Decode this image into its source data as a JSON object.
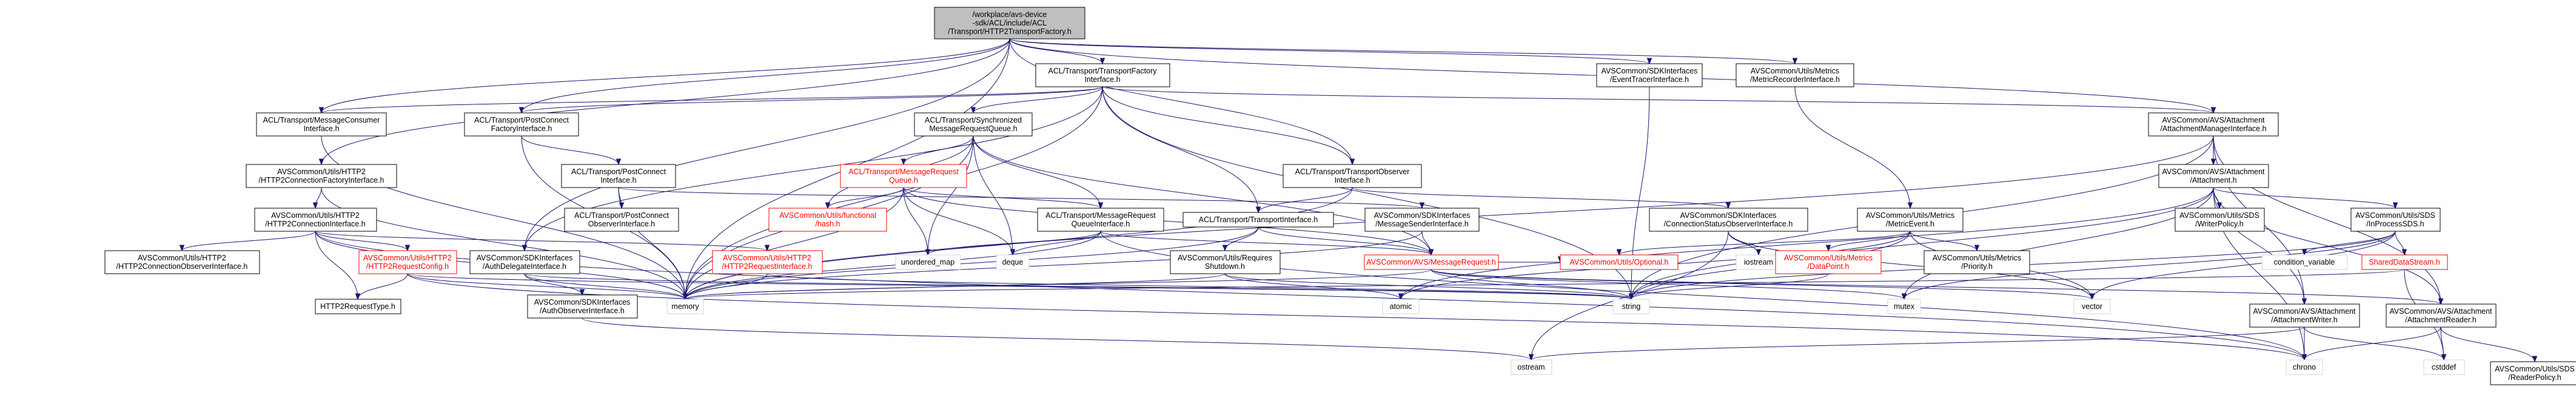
{
  "colors": {
    "edge": "#191970",
    "root_fill": "#bfbfbf",
    "red_node": "#ff0000",
    "plain_border": "#d3d3d3"
  },
  "nodes": [
    {
      "id": "root",
      "lines": [
        "/workplace/avs-device",
        "-sdk/ACL/include/ACL",
        "/Transport/HTTP2TransportFactory.h"
      ],
      "kind": "root"
    },
    {
      "id": "ttf",
      "lines": [
        "ACL/Transport/TransportFactory",
        "Interface.h"
      ],
      "kind": "norm"
    },
    {
      "id": "etrace",
      "lines": [
        "AVSCommon/SDKInterfaces",
        "/EventTracerInterface.h"
      ],
      "kind": "norm"
    },
    {
      "id": "mrec",
      "lines": [
        "AVSCommon/Utils/Metrics",
        "/MetricRecorderInterface.h"
      ],
      "kind": "norm"
    },
    {
      "id": "mci",
      "lines": [
        "ACL/Transport/MessageConsumer",
        "Interface.h"
      ],
      "kind": "norm"
    },
    {
      "id": "pcfi",
      "lines": [
        "ACL/Transport/PostConnect",
        "FactoryInterface.h"
      ],
      "kind": "norm"
    },
    {
      "id": "smrq",
      "lines": [
        "ACL/Transport/Synchronized",
        "MessageRequestQueue.h"
      ],
      "kind": "norm"
    },
    {
      "id": "ttoi",
      "lines": [
        "ACL/Transport/TransportObserver",
        "Interface.h"
      ],
      "kind": "norm"
    },
    {
      "id": "ami",
      "lines": [
        "AVSCommon/AVS/Attachment",
        "/AttachmentManagerInterface.h"
      ],
      "kind": "norm"
    },
    {
      "id": "h2cfi",
      "lines": [
        "AVSCommon/Utils/HTTP2",
        "/HTTP2ConnectionFactoryInterface.h"
      ],
      "kind": "norm"
    },
    {
      "id": "pci",
      "lines": [
        "ACL/Transport/PostConnect",
        "Interface.h"
      ],
      "kind": "norm"
    },
    {
      "id": "mrqq",
      "lines": [
        "ACL/Transport/MessageRequest",
        "Queue.h"
      ],
      "kind": "red"
    },
    {
      "id": "att",
      "lines": [
        "AVSCommon/AVS/Attachment",
        "/Attachment.h"
      ],
      "kind": "norm"
    },
    {
      "id": "mev",
      "lines": [
        "AVSCommon/Utils/Metrics",
        "/MetricEvent.h"
      ],
      "kind": "norm"
    },
    {
      "id": "h2ci",
      "lines": [
        "AVSCommon/Utils/HTTP2",
        "/HTTP2ConnectionInterface.h"
      ],
      "kind": "norm"
    },
    {
      "id": "pcoi",
      "lines": [
        "ACL/Transport/PostConnect",
        "ObserverInterface.h"
      ],
      "kind": "norm"
    },
    {
      "id": "func",
      "lines": [
        "AVSCommon/Utils/functional",
        "/hash.h"
      ],
      "kind": "red"
    },
    {
      "id": "mrqi",
      "lines": [
        "ACL/Transport/MessageRequest",
        "QueueInterface.h"
      ],
      "kind": "norm"
    },
    {
      "id": "ttr",
      "lines": [
        "ACL/Transport/TransportInterface.h"
      ],
      "kind": "norm"
    },
    {
      "id": "msi",
      "lines": [
        "AVSCommon/SDKInterfaces",
        "/MessageSenderInterface.h"
      ],
      "kind": "norm"
    },
    {
      "id": "csoi",
      "lines": [
        "AVSCommon/SDKInterfaces",
        "/ConnectionStatusObserverInterface.h"
      ],
      "kind": "norm"
    },
    {
      "id": "wp",
      "lines": [
        "AVSCommon/Utils/SDS",
        "/WriterPolicy.h"
      ],
      "kind": "norm"
    },
    {
      "id": "ipsds",
      "lines": [
        "AVSCommon/Utils/SDS",
        "/InProcessSDS.h"
      ],
      "kind": "norm"
    },
    {
      "id": "h2coi",
      "lines": [
        "AVSCommon/Utils/HTTP2",
        "/HTTP2ConnectionObserverInterface.h"
      ],
      "kind": "norm"
    },
    {
      "id": "h2rc",
      "lines": [
        "AVSCommon/Utils/HTTP2",
        "/HTTP2RequestConfig.h"
      ],
      "kind": "red"
    },
    {
      "id": "adi",
      "lines": [
        "AVSCommon/SDKInterfaces",
        "/AuthDelegateInterface.h"
      ],
      "kind": "norm"
    },
    {
      "id": "h2ri",
      "lines": [
        "AVSCommon/Utils/HTTP2",
        "/HTTP2RequestInterface.h"
      ],
      "kind": "red"
    },
    {
      "id": "umap",
      "lines": [
        "unordered_map"
      ],
      "kind": "plain"
    },
    {
      "id": "deque",
      "lines": [
        "deque"
      ],
      "kind": "plain"
    },
    {
      "id": "rsd",
      "lines": [
        "AVSCommon/Utils/Requires",
        "Shutdown.h"
      ],
      "kind": "norm"
    },
    {
      "id": "amr",
      "lines": [
        "AVSCommon/AVS/MessageRequest.h"
      ],
      "kind": "red"
    },
    {
      "id": "opt",
      "lines": [
        "AVSCommon/Utils/Optional.h"
      ],
      "kind": "red"
    },
    {
      "id": "iostream",
      "lines": [
        "iostream"
      ],
      "kind": "plain"
    },
    {
      "id": "dp",
      "lines": [
        "AVSCommon/Utils/Metrics",
        "/DataPoint.h"
      ],
      "kind": "red"
    },
    {
      "id": "prio",
      "lines": [
        "AVSCommon/Utils/Metrics",
        "/Priority.h"
      ],
      "kind": "norm"
    },
    {
      "id": "cv",
      "lines": [
        "condition_variable"
      ],
      "kind": "plain"
    },
    {
      "id": "sds",
      "lines": [
        "SharedDataStream.h"
      ],
      "kind": "red"
    },
    {
      "id": "h2rt",
      "lines": [
        "HTTP2RequestType.h"
      ],
      "kind": "norm"
    },
    {
      "id": "aoi",
      "lines": [
        "AVSCommon/SDKInterfaces",
        "/AuthObserverInterface.h"
      ],
      "kind": "norm"
    },
    {
      "id": "memory",
      "lines": [
        "memory"
      ],
      "kind": "plain"
    },
    {
      "id": "atomic",
      "lines": [
        "atomic"
      ],
      "kind": "plain"
    },
    {
      "id": "string",
      "lines": [
        "string"
      ],
      "kind": "plain"
    },
    {
      "id": "mutex",
      "lines": [
        "mutex"
      ],
      "kind": "plain"
    },
    {
      "id": "vector",
      "lines": [
        "vector"
      ],
      "kind": "plain"
    },
    {
      "id": "aw",
      "lines": [
        "AVSCommon/AVS/Attachment",
        "/AttachmentWriter.h"
      ],
      "kind": "norm"
    },
    {
      "id": "ar",
      "lines": [
        "AVSCommon/AVS/Attachment",
        "/AttachmentReader.h"
      ],
      "kind": "norm"
    },
    {
      "id": "ostream",
      "lines": [
        "ostream"
      ],
      "kind": "plain"
    },
    {
      "id": "chrono",
      "lines": [
        "chrono"
      ],
      "kind": "plain"
    },
    {
      "id": "cstddef",
      "lines": [
        "cstddef"
      ],
      "kind": "plain"
    },
    {
      "id": "rp",
      "lines": [
        "AVSCommon/Utils/SDS",
        "/ReaderPolicy.h"
      ],
      "kind": "norm"
    }
  ],
  "edges": [
    [
      "root",
      "ttf"
    ],
    [
      "root",
      "etrace"
    ],
    [
      "root",
      "mrec"
    ],
    [
      "root",
      "mci"
    ],
    [
      "root",
      "pcfi"
    ],
    [
      "root",
      "ttoi"
    ],
    [
      "root",
      "ami"
    ],
    [
      "root",
      "h2cfi"
    ],
    [
      "root",
      "adi"
    ],
    [
      "root",
      "memory"
    ],
    [
      "ttf",
      "mci"
    ],
    [
      "ttf",
      "pcfi"
    ],
    [
      "ttf",
      "smrq"
    ],
    [
      "ttf",
      "ttoi"
    ],
    [
      "ttf",
      "ami"
    ],
    [
      "ttf",
      "adi"
    ],
    [
      "ttf",
      "ttr"
    ],
    [
      "ttf",
      "memory"
    ],
    [
      "ttf",
      "string"
    ],
    [
      "etrace",
      "string"
    ],
    [
      "mrec",
      "mev"
    ],
    [
      "mci",
      "memory"
    ],
    [
      "pcfi",
      "pci"
    ],
    [
      "pcfi",
      "memory"
    ],
    [
      "smrq",
      "mrqq"
    ],
    [
      "smrq",
      "mrqi"
    ],
    [
      "smrq",
      "func"
    ],
    [
      "smrq",
      "umap"
    ],
    [
      "smrq",
      "deque"
    ],
    [
      "smrq",
      "memory"
    ],
    [
      "smrq",
      "amr"
    ],
    [
      "ttoi",
      "ttr"
    ],
    [
      "ttoi",
      "csoi"
    ],
    [
      "ttoi",
      "memory"
    ],
    [
      "ami",
      "att"
    ],
    [
      "ami",
      "aw"
    ],
    [
      "ami",
      "ar"
    ],
    [
      "ami",
      "memory"
    ],
    [
      "ami",
      "string"
    ],
    [
      "h2cfi",
      "h2ci"
    ],
    [
      "h2cfi",
      "memory"
    ],
    [
      "pci",
      "pcoi"
    ],
    [
      "pci",
      "msi"
    ],
    [
      "pci",
      "memory"
    ],
    [
      "mrqq",
      "mrqi"
    ],
    [
      "mrqq",
      "func"
    ],
    [
      "mrqq",
      "umap"
    ],
    [
      "mrqq",
      "deque"
    ],
    [
      "mrqq",
      "amr"
    ],
    [
      "mrqq",
      "memory"
    ],
    [
      "att",
      "wp"
    ],
    [
      "att",
      "ipsds"
    ],
    [
      "att",
      "aw"
    ],
    [
      "att",
      "ar"
    ],
    [
      "att",
      "atomic"
    ],
    [
      "att",
      "string"
    ],
    [
      "att",
      "mutex"
    ],
    [
      "att",
      "chrono"
    ],
    [
      "mev",
      "dp"
    ],
    [
      "mev",
      "prio"
    ],
    [
      "mev",
      "opt"
    ],
    [
      "mev",
      "string"
    ],
    [
      "mev",
      "vector"
    ],
    [
      "mev",
      "atomic"
    ],
    [
      "h2ci",
      "h2coi"
    ],
    [
      "h2ci",
      "h2rc"
    ],
    [
      "h2ci",
      "h2ri"
    ],
    [
      "h2ci",
      "h2rt"
    ],
    [
      "h2ci",
      "memory"
    ],
    [
      "h2ci",
      "chrono"
    ],
    [
      "mrqi",
      "umap"
    ],
    [
      "mrqi",
      "deque"
    ],
    [
      "mrqi",
      "amr"
    ],
    [
      "mrqi",
      "memory"
    ],
    [
      "mrqi",
      "chrono"
    ],
    [
      "ttr",
      "rsd"
    ],
    [
      "ttr",
      "amr"
    ],
    [
      "ttr",
      "memory"
    ],
    [
      "msi",
      "amr"
    ],
    [
      "msi",
      "memory"
    ],
    [
      "csoi",
      "iostream"
    ],
    [
      "csoi",
      "ostream"
    ],
    [
      "csoi",
      "vector"
    ],
    [
      "ipsds",
      "cv"
    ],
    [
      "ipsds",
      "sds"
    ],
    [
      "ipsds",
      "mutex"
    ],
    [
      "ipsds",
      "vector"
    ],
    [
      "ipsds",
      "string"
    ],
    [
      "h2rc",
      "h2rt"
    ],
    [
      "h2rc",
      "memory"
    ],
    [
      "h2rc",
      "chrono"
    ],
    [
      "h2rc",
      "string"
    ],
    [
      "adi",
      "aoi"
    ],
    [
      "adi",
      "memory"
    ],
    [
      "adi",
      "string"
    ],
    [
      "h2ri",
      "string"
    ],
    [
      "h2ri",
      "memory"
    ],
    [
      "rsd",
      "atomic"
    ],
    [
      "rsd",
      "memory"
    ],
    [
      "rsd",
      "string"
    ],
    [
      "amr",
      "opt"
    ],
    [
      "amr",
      "memory"
    ],
    [
      "amr",
      "string"
    ],
    [
      "amr",
      "mutex"
    ],
    [
      "amr",
      "vector"
    ],
    [
      "amr",
      "ar"
    ],
    [
      "dp",
      "string"
    ],
    [
      "sds",
      "cstddef"
    ],
    [
      "sds",
      "memory"
    ],
    [
      "aoi",
      "ostream"
    ],
    [
      "aw",
      "ostream"
    ],
    [
      "aw",
      "chrono"
    ],
    [
      "aw",
      "cstddef"
    ],
    [
      "ar",
      "chrono"
    ],
    [
      "ar",
      "cstddef"
    ],
    [
      "ar",
      "rp"
    ]
  ]
}
